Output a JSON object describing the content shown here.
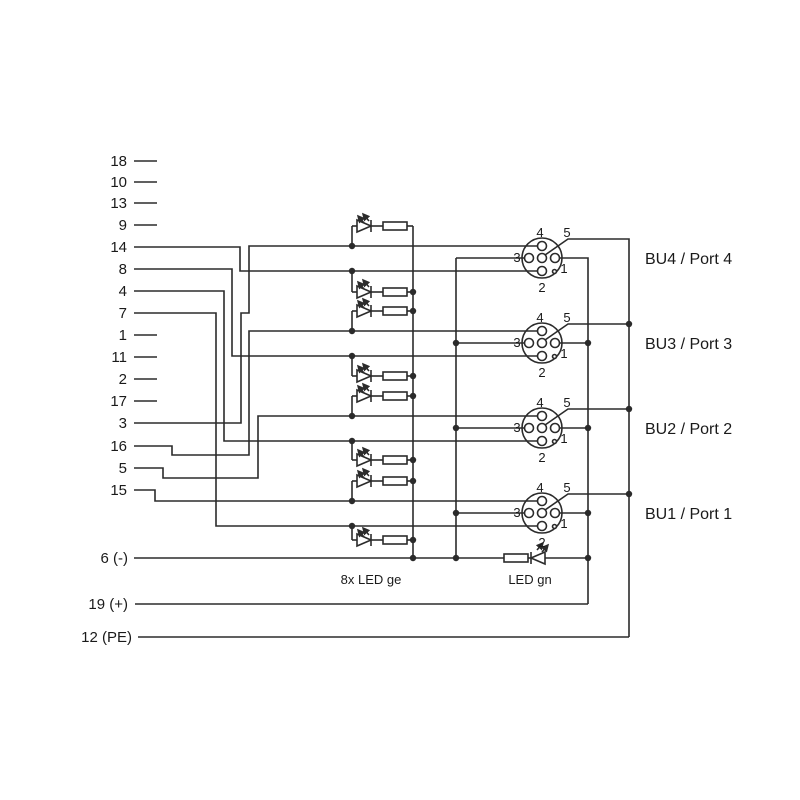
{
  "colors": {
    "line": "#2b2b2b",
    "text": "#1a1a1a",
    "background": "#ffffff"
  },
  "terminals": [
    {
      "label": "18",
      "connected": false
    },
    {
      "label": "10",
      "connected": false
    },
    {
      "label": "13",
      "connected": false
    },
    {
      "label": "9",
      "connected": false
    },
    {
      "label": "14",
      "connected": true,
      "target": "BU4 pin 2"
    },
    {
      "label": "8",
      "connected": true,
      "target": "BU3 pin 2"
    },
    {
      "label": "4",
      "connected": true,
      "target": "BU2 pin 2"
    },
    {
      "label": "7",
      "connected": true,
      "target": "BU1 pin 2"
    },
    {
      "label": "1",
      "connected": false
    },
    {
      "label": "11",
      "connected": false
    },
    {
      "label": "2",
      "connected": false
    },
    {
      "label": "17",
      "connected": false
    },
    {
      "label": "3",
      "connected": true,
      "target": "BU4 pin 4"
    },
    {
      "label": "16",
      "connected": true,
      "target": "BU3 pin 4"
    },
    {
      "label": "5",
      "connected": true,
      "target": "BU2 pin 4"
    },
    {
      "label": "15",
      "connected": true,
      "target": "BU1 pin 4"
    }
  ],
  "power_terminals": [
    {
      "label": "6 (-)",
      "target": "pin 3 bus and indicator LEDs"
    },
    {
      "label": "19 (+)",
      "target": "pin 1 bus"
    },
    {
      "label": "12 (PE)",
      "target": "pin 5 bus"
    }
  ],
  "connectors": [
    {
      "label": "BU4 / Port 4"
    },
    {
      "label": "BU3 / Port 3"
    },
    {
      "label": "BU2 / Port 2"
    },
    {
      "label": "BU1 / Port 1"
    }
  ],
  "pin_labels": {
    "p4": "4",
    "p5": "5",
    "p3": "3",
    "p1": "1",
    "p2": "2"
  },
  "captions": {
    "yellow_leds": "8x LED ge",
    "green_led": "LED gn"
  }
}
